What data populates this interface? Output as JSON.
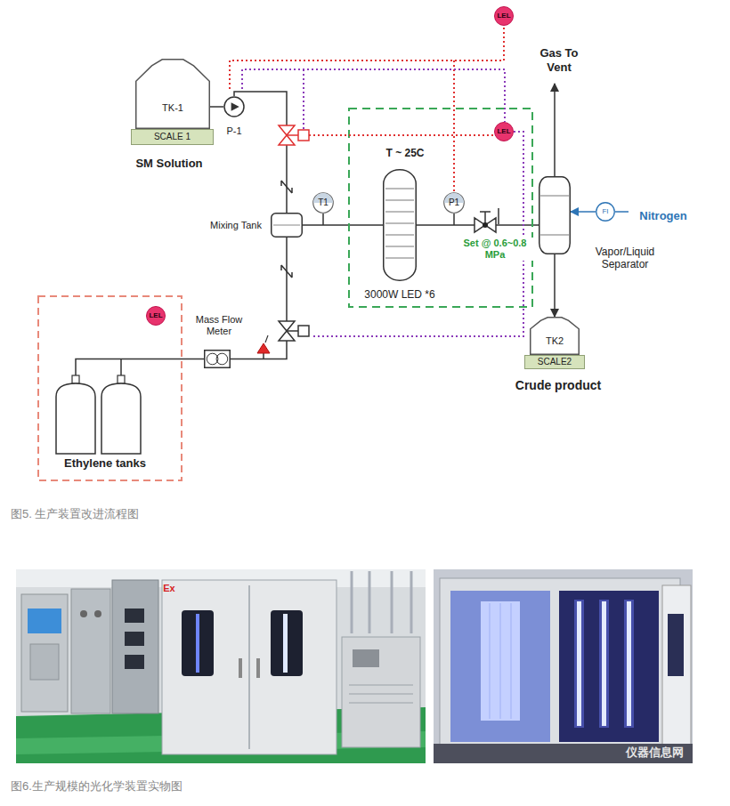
{
  "diagram": {
    "caption": "图5. 生产装置改进流程图",
    "nodes": [
      {
        "text": [
          "LEL"
        ]
      },
      {
        "text": [
          "TK-1"
        ]
      },
      {
        "text": [
          "SCALE 1"
        ]
      },
      {
        "text": [
          "P-1"
        ]
      },
      {
        "text": [
          "LEL"
        ]
      },
      {
        "text": [
          "Mixing Tank"
        ]
      },
      {
        "text": [
          "T1"
        ]
      },
      {
        "text": [
          "T ~ 25C",
          "3000W LED *6"
        ]
      },
      {
        "text": [
          "P1"
        ]
      },
      {
        "text": [
          "Vapor/Liquid Separator"
        ]
      },
      {
        "text": [
          "FI"
        ]
      },
      {
        "text": [
          "Ethylene tanks"
        ]
      },
      {
        "text": [
          "LEL"
        ],
        "in": 11
      },
      {
        "text": [
          "Mass Flow Meter"
        ]
      },
      {
        "text": [
          "TK2"
        ]
      },
      {
        "text": [
          "SCALE2"
        ]
      }
    ],
    "edges": [
      {
        "from": 1,
        "to": 3,
        "arrow": "none"
      },
      {
        "from": 3,
        "to": 5,
        "arrow": "none"
      },
      {
        "from": 13,
        "to": 5,
        "arrow": "none"
      },
      {
        "from": 11,
        "to": 13,
        "arrow": "none"
      },
      {
        "from": 5,
        "to": 7,
        "arrow": "none"
      },
      {
        "from": 7,
        "to": 9,
        "arrow": "none"
      },
      {
        "from": 10,
        "to": 9,
        "arrow": "to"
      },
      {
        "from": 9,
        "to": 14,
        "arrow": "to"
      }
    ],
    "labels": [
      "SM Solution",
      "Gas To Vent",
      "Set @ 0.6~0.8 MPa",
      "Nitrogen",
      "Crude product",
      "Ex",
      "仪器信息网",
      "图6.生产规模的光化学装置实物图"
    ]
  }
}
